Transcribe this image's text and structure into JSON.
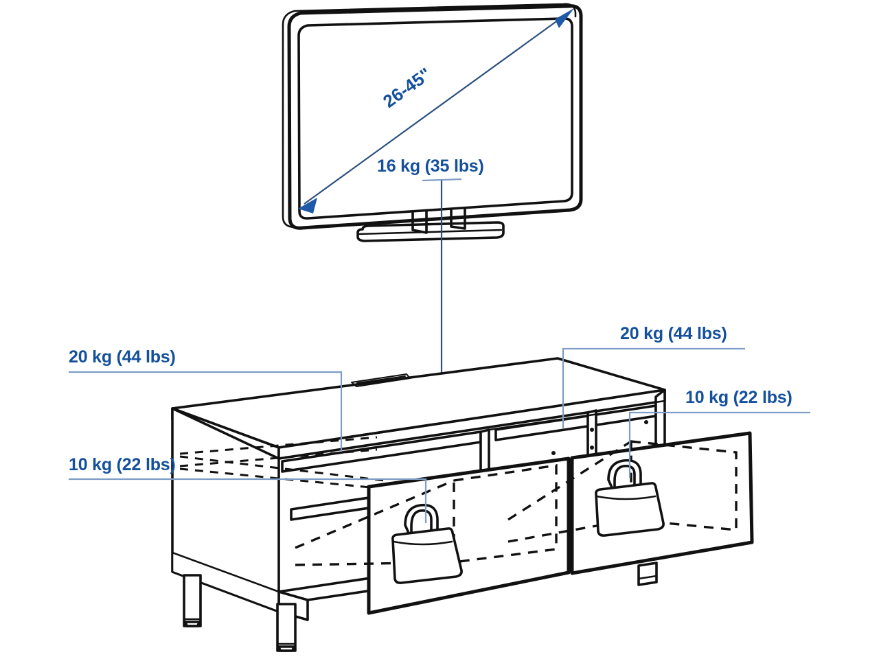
{
  "diagram": {
    "title": "TV bench maximum load capacity diagram",
    "accent_color": "#14509c",
    "leader_color": "#7d9dc6",
    "ink_color": "#111111",
    "background_color": "#ffffff"
  },
  "tv": {
    "diagonal_label": "26-45\"",
    "weight_label": "16 kg (35 lbs)"
  },
  "bench": {
    "labels": {
      "top_left": "20 kg (44 lbs)",
      "top_right": "20 kg (44 lbs)",
      "shelf_left": "10 kg (22 lbs)",
      "shelf_right": "10 kg (22 lbs)"
    }
  },
  "icons": {
    "weight_left": "weight-icon",
    "weight_right": "weight-icon",
    "diagonal_arrow": "double-arrow-icon",
    "load_arrow": "down-arrow-icon"
  }
}
